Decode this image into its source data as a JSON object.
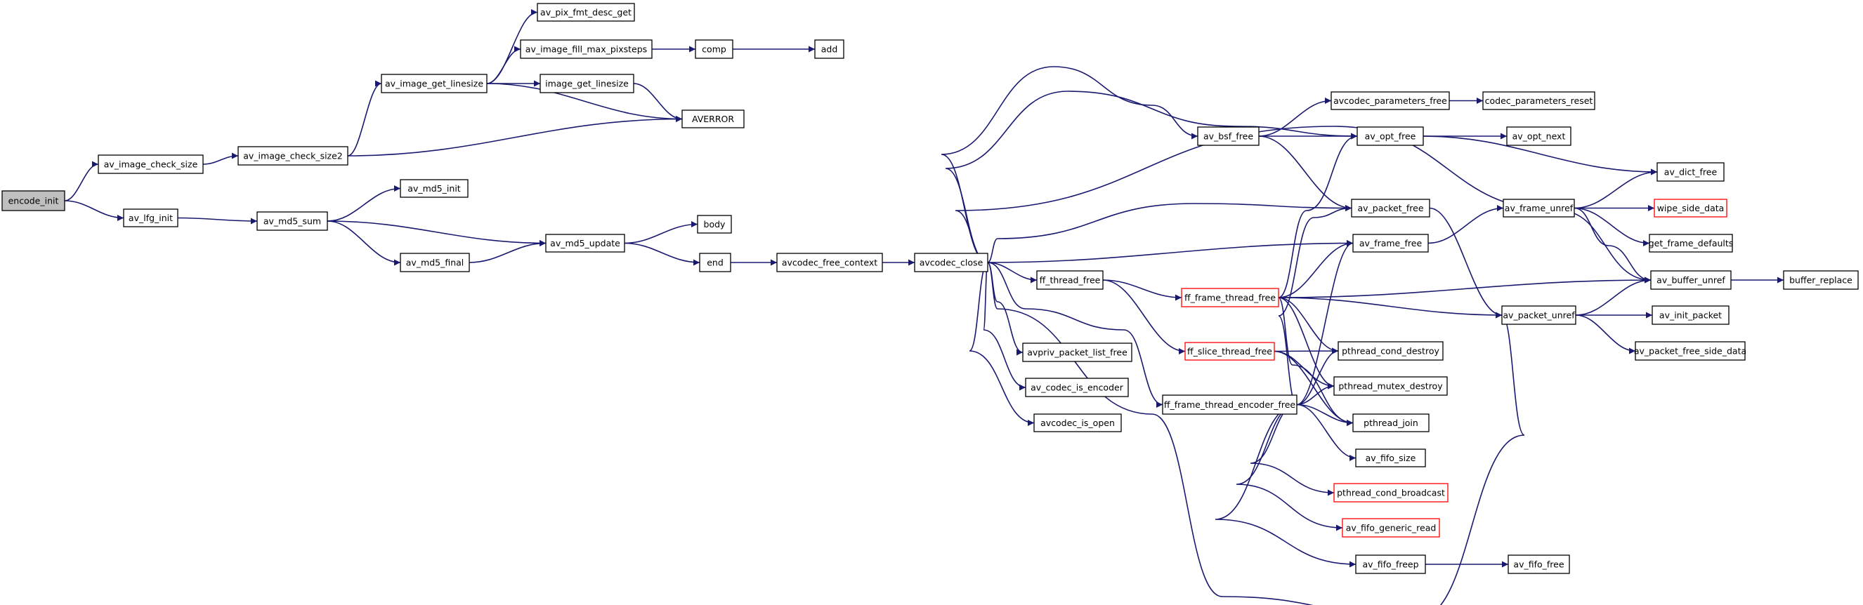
{
  "graph": {
    "root": "encode_init",
    "colors": {
      "edge": "#191970",
      "node_border": "#000000",
      "truncated_border": "#ff0000",
      "root_fill": "#bfbfbf"
    },
    "nodes": {
      "encode_init": {
        "label": "encode_init",
        "root": true
      },
      "av_image_check_size": {
        "label": "av_image_check_size"
      },
      "av_lfg_init": {
        "label": "av_lfg_init"
      },
      "av_image_check_size2": {
        "label": "av_image_check_size2"
      },
      "av_md5_sum": {
        "label": "av_md5_sum"
      },
      "av_image_get_linesize": {
        "label": "av_image_get_linesize"
      },
      "av_md5_init": {
        "label": "av_md5_init"
      },
      "av_md5_final": {
        "label": "av_md5_final"
      },
      "av_pix_fmt_desc_get": {
        "label": "av_pix_fmt_desc_get"
      },
      "av_image_fill_max_pixsteps": {
        "label": "av_image_fill_max_pixsteps"
      },
      "image_get_linesize": {
        "label": "image_get_linesize"
      },
      "AVERROR": {
        "label": "AVERROR"
      },
      "av_md5_update": {
        "label": "av_md5_update"
      },
      "comp": {
        "label": "comp"
      },
      "add": {
        "label": "add"
      },
      "body": {
        "label": "body"
      },
      "end": {
        "label": "end"
      },
      "avcodec_free_context": {
        "label": "avcodec_free_context"
      },
      "avcodec_close": {
        "label": "avcodec_close"
      },
      "av_bsf_free": {
        "label": "av_bsf_free"
      },
      "ff_thread_free": {
        "label": "ff_thread_free"
      },
      "avpriv_packet_list_free": {
        "label": "avpriv_packet_list_free"
      },
      "av_codec_is_encoder": {
        "label": "av_codec_is_encoder"
      },
      "avcodec_is_open": {
        "label": "avcodec_is_open"
      },
      "ff_frame_thread_free": {
        "label": "ff_frame_thread_free",
        "truncated": true
      },
      "ff_slice_thread_free": {
        "label": "ff_slice_thread_free",
        "truncated": true
      },
      "ff_frame_thread_encoder_free": {
        "label": "ff_frame_thread_encoder_free"
      },
      "avcodec_parameters_free": {
        "label": "avcodec_parameters_free"
      },
      "av_opt_free": {
        "label": "av_opt_free"
      },
      "av_packet_free": {
        "label": "av_packet_free"
      },
      "av_frame_free": {
        "label": "av_frame_free"
      },
      "pthread_cond_destroy": {
        "label": "pthread_cond_destroy"
      },
      "pthread_mutex_destroy": {
        "label": "pthread_mutex_destroy"
      },
      "pthread_join": {
        "label": "pthread_join"
      },
      "av_fifo_size": {
        "label": "av_fifo_size"
      },
      "pthread_cond_broadcast": {
        "label": "pthread_cond_broadcast",
        "truncated": true
      },
      "av_fifo_generic_read": {
        "label": "av_fifo_generic_read",
        "truncated": true
      },
      "av_fifo_freep": {
        "label": "av_fifo_freep"
      },
      "codec_parameters_reset": {
        "label": "codec_parameters_reset"
      },
      "av_opt_next": {
        "label": "av_opt_next"
      },
      "av_frame_unref": {
        "label": "av_frame_unref"
      },
      "av_packet_unref": {
        "label": "av_packet_unref"
      },
      "av_fifo_free": {
        "label": "av_fifo_free"
      },
      "av_dict_free": {
        "label": "av_dict_free"
      },
      "wipe_side_data": {
        "label": "wipe_side_data",
        "truncated": true
      },
      "get_frame_defaults": {
        "label": "get_frame_defaults"
      },
      "av_buffer_unref": {
        "label": "av_buffer_unref"
      },
      "av_init_packet": {
        "label": "av_init_packet"
      },
      "av_packet_free_side_data": {
        "label": "av_packet_free_side_data"
      },
      "buffer_replace": {
        "label": "buffer_replace"
      }
    },
    "edges": [
      [
        "encode_init",
        "av_image_check_size"
      ],
      [
        "encode_init",
        "av_lfg_init"
      ],
      [
        "av_image_check_size",
        "av_image_check_size2"
      ],
      [
        "av_image_check_size2",
        "av_image_get_linesize"
      ],
      [
        "av_image_check_size2",
        "AVERROR"
      ],
      [
        "av_image_get_linesize",
        "av_pix_fmt_desc_get"
      ],
      [
        "av_image_get_linesize",
        "av_image_fill_max_pixsteps"
      ],
      [
        "av_image_get_linesize",
        "image_get_linesize"
      ],
      [
        "av_image_get_linesize",
        "AVERROR"
      ],
      [
        "av_image_fill_max_pixsteps",
        "comp"
      ],
      [
        "comp",
        "add"
      ],
      [
        "image_get_linesize",
        "AVERROR"
      ],
      [
        "av_lfg_init",
        "av_md5_sum"
      ],
      [
        "av_md5_sum",
        "av_md5_init"
      ],
      [
        "av_md5_sum",
        "av_md5_update"
      ],
      [
        "av_md5_sum",
        "av_md5_final"
      ],
      [
        "av_md5_final",
        "av_md5_update"
      ],
      [
        "av_md5_update",
        "body"
      ],
      [
        "av_md5_update",
        "end"
      ],
      [
        "end",
        "avcodec_free_context"
      ],
      [
        "avcodec_free_context",
        "avcodec_close"
      ],
      [
        "avcodec_close",
        "av_bsf_free"
      ],
      [
        "avcodec_close",
        "av_opt_free"
      ],
      [
        "avcodec_close",
        "av_packet_free"
      ],
      [
        "avcodec_close",
        "av_frame_free"
      ],
      [
        "avcodec_close",
        "av_buffer_unref"
      ],
      [
        "avcodec_close",
        "ff_thread_free"
      ],
      [
        "avcodec_close",
        "avpriv_packet_list_free"
      ],
      [
        "avcodec_close",
        "av_codec_is_encoder"
      ],
      [
        "avcodec_close",
        "avcodec_is_open"
      ],
      [
        "avcodec_close",
        "ff_frame_thread_encoder_free"
      ],
      [
        "avcodec_close",
        "av_packet_unref"
      ],
      [
        "av_bsf_free",
        "avcodec_parameters_free"
      ],
      [
        "av_bsf_free",
        "av_opt_free"
      ],
      [
        "av_bsf_free",
        "av_packet_free"
      ],
      [
        "avcodec_parameters_free",
        "codec_parameters_reset"
      ],
      [
        "av_opt_free",
        "av_opt_next"
      ],
      [
        "av_opt_free",
        "av_dict_free"
      ],
      [
        "av_packet_free",
        "av_packet_unref"
      ],
      [
        "av_frame_free",
        "av_frame_unref"
      ],
      [
        "av_frame_unref",
        "av_dict_free"
      ],
      [
        "av_frame_unref",
        "wipe_side_data"
      ],
      [
        "av_frame_unref",
        "get_frame_defaults"
      ],
      [
        "av_frame_unref",
        "av_buffer_unref"
      ],
      [
        "av_buffer_unref",
        "buffer_replace"
      ],
      [
        "av_packet_unref",
        "av_buffer_unref"
      ],
      [
        "av_packet_unref",
        "av_init_packet"
      ],
      [
        "av_packet_unref",
        "av_packet_free_side_data"
      ],
      [
        "ff_thread_free",
        "ff_frame_thread_free"
      ],
      [
        "ff_thread_free",
        "ff_slice_thread_free"
      ],
      [
        "ff_frame_thread_free",
        "av_opt_free"
      ],
      [
        "ff_frame_thread_free",
        "av_frame_free"
      ],
      [
        "ff_frame_thread_free",
        "av_buffer_unref"
      ],
      [
        "ff_frame_thread_free",
        "av_packet_unref"
      ],
      [
        "ff_frame_thread_free",
        "pthread_cond_destroy"
      ],
      [
        "ff_frame_thread_free",
        "pthread_mutex_destroy"
      ],
      [
        "ff_frame_thread_free",
        "pthread_join"
      ],
      [
        "ff_slice_thread_free",
        "pthread_cond_destroy"
      ],
      [
        "ff_slice_thread_free",
        "pthread_mutex_destroy"
      ],
      [
        "ff_slice_thread_free",
        "pthread_join"
      ],
      [
        "ff_frame_thread_encoder_free",
        "av_packet_free"
      ],
      [
        "ff_frame_thread_encoder_free",
        "av_frame_free"
      ],
      [
        "ff_frame_thread_encoder_free",
        "pthread_cond_destroy"
      ],
      [
        "ff_frame_thread_encoder_free",
        "pthread_mutex_destroy"
      ],
      [
        "ff_frame_thread_encoder_free",
        "pthread_join"
      ],
      [
        "ff_frame_thread_encoder_free",
        "av_fifo_size"
      ],
      [
        "ff_frame_thread_encoder_free",
        "pthread_cond_broadcast"
      ],
      [
        "ff_frame_thread_encoder_free",
        "av_fifo_generic_read"
      ],
      [
        "ff_frame_thread_encoder_free",
        "av_fifo_freep"
      ],
      [
        "av_fifo_freep",
        "av_fifo_free"
      ]
    ]
  }
}
